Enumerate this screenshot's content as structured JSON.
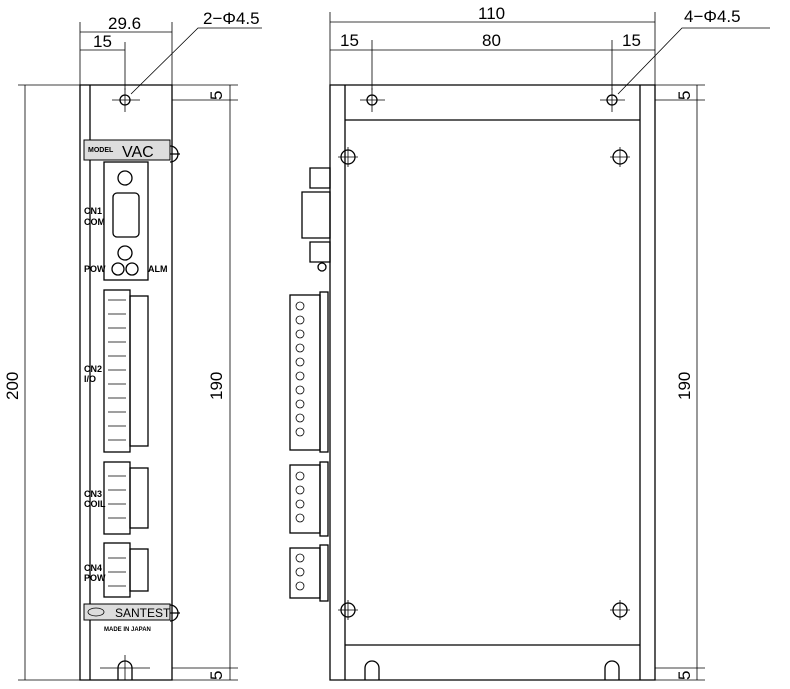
{
  "front_view": {
    "dims": {
      "width_total": "29.6",
      "hole_offset": "15",
      "height_total": "200",
      "hole_pitch": "190",
      "top_margin": "5",
      "bottom_margin": "5"
    },
    "hole_note": "2−Φ4.5",
    "labels": {
      "model": "MODEL",
      "model_name": "VAC",
      "cn1": "CN1",
      "cn1_sub": "COM",
      "pow": "POW",
      "alm": "ALM",
      "cn2": "CN2",
      "cn2_sub": "I/O",
      "cn3": "CN3",
      "cn3_sub": "COIL",
      "cn4": "CN4",
      "cn4_sub": "POW",
      "brand": "SANTEST",
      "logo": "SANTEST",
      "origin": "MADE IN JAPAN"
    }
  },
  "side_view": {
    "dims": {
      "width_total": "110",
      "left_offset": "15",
      "hole_pitch": "80",
      "right_offset": "15",
      "hole_pitch_v": "190",
      "top_margin": "5",
      "bottom_margin": "5"
    },
    "hole_note": "4−Φ4.5"
  }
}
